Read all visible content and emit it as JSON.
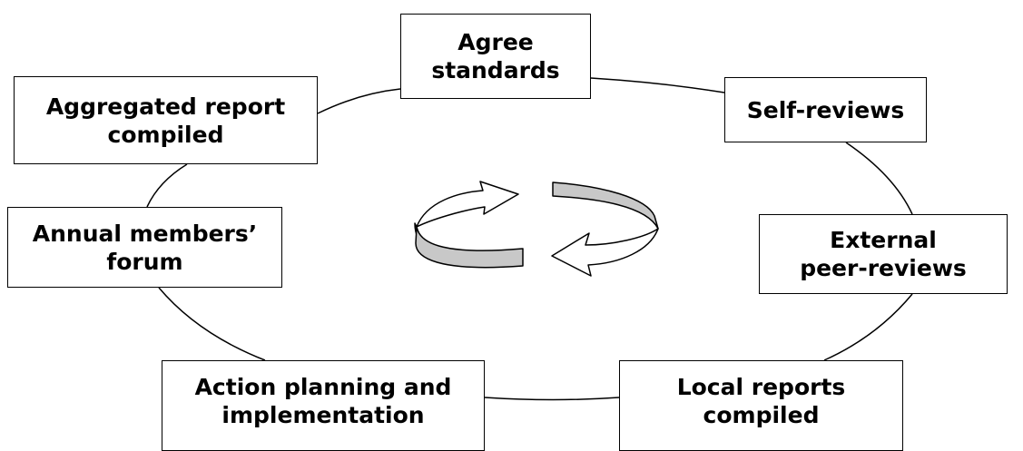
{
  "diagram": {
    "type": "cycle",
    "stages": [
      {
        "id": "agree-standards",
        "label": "Agree\nstandards"
      },
      {
        "id": "self-reviews",
        "label": "Self-reviews"
      },
      {
        "id": "external-peer-reviews",
        "label": "External\npeer-reviews"
      },
      {
        "id": "local-reports",
        "label": "Local reports\ncompiled"
      },
      {
        "id": "action-planning",
        "label": "Action planning and\nimplementation"
      },
      {
        "id": "annual-forum",
        "label": "Annual members’\nforum"
      },
      {
        "id": "aggregated-report",
        "label": "Aggregated report\ncompiled"
      }
    ],
    "colors": {
      "line": "#000000",
      "box_border": "#000000",
      "arrow_shade": "#c8c8c8",
      "arrow_fill": "#ffffff"
    },
    "center_icon": "circular-refresh-arrows-icon"
  }
}
